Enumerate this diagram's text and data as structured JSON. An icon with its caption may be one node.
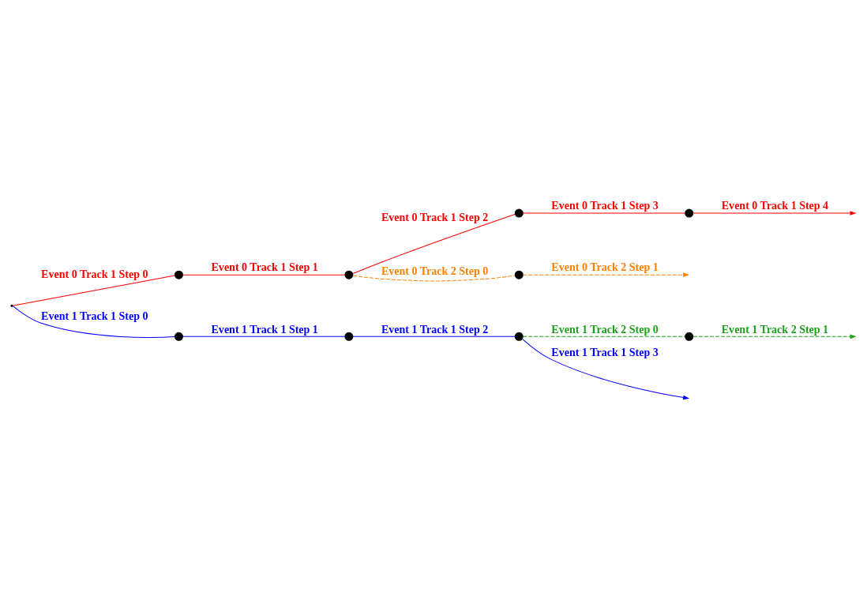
{
  "diagram": {
    "nodes": [
      {
        "text": [],
        "shape": "point"
      },
      {
        "text": [],
        "shape": "circle"
      },
      {
        "text": [],
        "shape": "circle"
      },
      {
        "text": [],
        "shape": "circle"
      },
      {
        "text": [],
        "shape": "circle"
      },
      {
        "text": [],
        "shape": "circle"
      },
      {
        "text": [],
        "shape": "circle"
      },
      {
        "text": [],
        "shape": "circle"
      },
      {
        "text": [],
        "shape": "circle"
      },
      {
        "text": [],
        "shape": "circle"
      }
    ],
    "edges": [
      {
        "from": 0,
        "to": 1,
        "arrow": "none",
        "label": "Event 0 Track 1 Step 0",
        "color": "#ff0000"
      },
      {
        "from": 1,
        "to": 2,
        "arrow": "none",
        "label": "Event 0 Track 1 Step 1",
        "color": "#ff0000"
      },
      {
        "from": 2,
        "to": 3,
        "arrow": "none",
        "label": "Event 0 Track 1 Step 2",
        "color": "#ff0000"
      },
      {
        "from": 3,
        "to": 4,
        "arrow": "none",
        "label": "Event 0 Track 1 Step 3",
        "color": "#ff0000"
      },
      {
        "from": 4,
        "to": null,
        "arrow": "to",
        "label": "Event 0 Track 1 Step 4",
        "color": "#ff0000"
      },
      {
        "from": 2,
        "to": 5,
        "arrow": "none",
        "label": "Event 0 Track 2 Step 0",
        "style": "dashed",
        "color": "#ff8000"
      },
      {
        "from": 5,
        "to": null,
        "arrow": "to",
        "label": "Event 0 Track 2 Step 1",
        "style": "dashed",
        "color": "#ff8000"
      },
      {
        "from": 0,
        "to": 6,
        "arrow": "none",
        "label": "Event 1 Track 1 Step 0",
        "color": "#0000ff"
      },
      {
        "from": 6,
        "to": 7,
        "arrow": "none",
        "label": "Event 1 Track 1 Step 1",
        "color": "#0000ff"
      },
      {
        "from": 7,
        "to": 8,
        "arrow": "none",
        "label": "Event 1 Track 1 Step 2",
        "color": "#0000ff"
      },
      {
        "from": 8,
        "to": null,
        "arrow": "to",
        "label": "Event 1 Track 1 Step 3",
        "color": "#0000ff"
      },
      {
        "from": 8,
        "to": 9,
        "arrow": "none",
        "label": "Event 1 Track 2 Step 0",
        "style": "dashed",
        "color": "#1aa01a"
      },
      {
        "from": 9,
        "to": null,
        "arrow": "to",
        "label": "Event 1 Track 2 Step 1",
        "style": "dashed",
        "color": "#1aa01a"
      }
    ]
  }
}
